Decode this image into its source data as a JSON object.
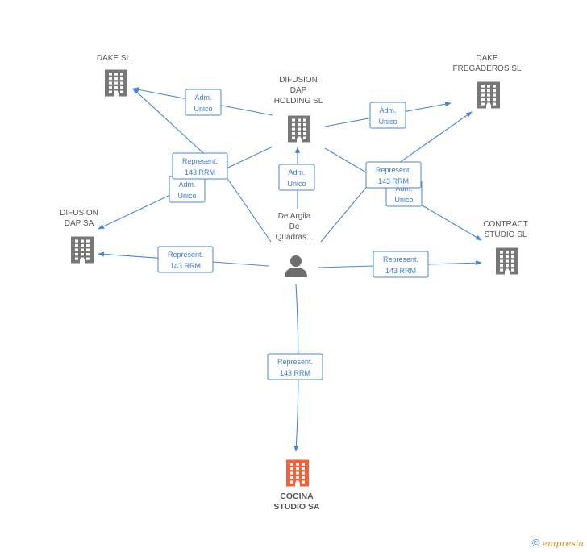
{
  "colors": {
    "edge": "#4a86d8",
    "building": "#777777",
    "building_main": "#f0623a",
    "person": "#6e6e6e"
  },
  "nodes": [
    {
      "id": "dake",
      "type": "company",
      "lines": [
        "DAKE SL"
      ],
      "icon": "building-icon"
    },
    {
      "id": "difusion_holding",
      "type": "company",
      "lines": [
        "DIFUSION",
        "DAP",
        "HOLDING SL"
      ],
      "icon": "building-icon"
    },
    {
      "id": "dake_fregaderos",
      "type": "company",
      "lines": [
        "DAKE",
        "FREGADEROS SL"
      ],
      "icon": "building-icon"
    },
    {
      "id": "difusion_sa",
      "type": "company",
      "lines": [
        "DIFUSION",
        "DAP SA"
      ],
      "icon": "building-icon"
    },
    {
      "id": "contract",
      "type": "company",
      "lines": [
        "CONTRACT",
        "STUDIO SL"
      ],
      "icon": "building-icon"
    },
    {
      "id": "person",
      "type": "person",
      "lines": [
        "De Argila",
        "De",
        "Quadras..."
      ],
      "icon": "person-icon"
    },
    {
      "id": "cocina",
      "type": "company_main",
      "lines": [
        "COCINA",
        "STUDIO SA"
      ],
      "icon": "building-icon"
    }
  ],
  "edges": [
    {
      "from": "difusion_holding",
      "to": "dake",
      "label": [
        "Adm.",
        "Unico"
      ]
    },
    {
      "from": "difusion_holding",
      "to": "dake_fregaderos",
      "label": [
        "Adm.",
        "Unico"
      ]
    },
    {
      "from": "difusion_holding",
      "to": "difusion_sa",
      "label": [
        "Adm.",
        "Unico"
      ]
    },
    {
      "from": "difusion_holding",
      "to": "contract",
      "label": [
        "Adm.",
        "Unico"
      ]
    },
    {
      "from": "person",
      "to": "difusion_holding",
      "label": [
        "Adm.",
        "Unico"
      ]
    },
    {
      "from": "person",
      "to": "dake",
      "label": [
        "Represent.",
        "143 RRM"
      ]
    },
    {
      "from": "person",
      "to": "dake_fregaderos",
      "label": [
        "Represent.",
        "143 RRM"
      ]
    },
    {
      "from": "person",
      "to": "difusion_sa",
      "label": [
        "Represent.",
        "143 RRM"
      ]
    },
    {
      "from": "person",
      "to": "contract",
      "label": [
        "Represent.",
        "143 RRM"
      ]
    },
    {
      "from": "person",
      "to": "cocina",
      "label": [
        "Represent.",
        "143 RRM"
      ]
    }
  ],
  "footer": {
    "copyright": "©",
    "brand_initial": "e",
    "brand_rest": "mpresia"
  }
}
